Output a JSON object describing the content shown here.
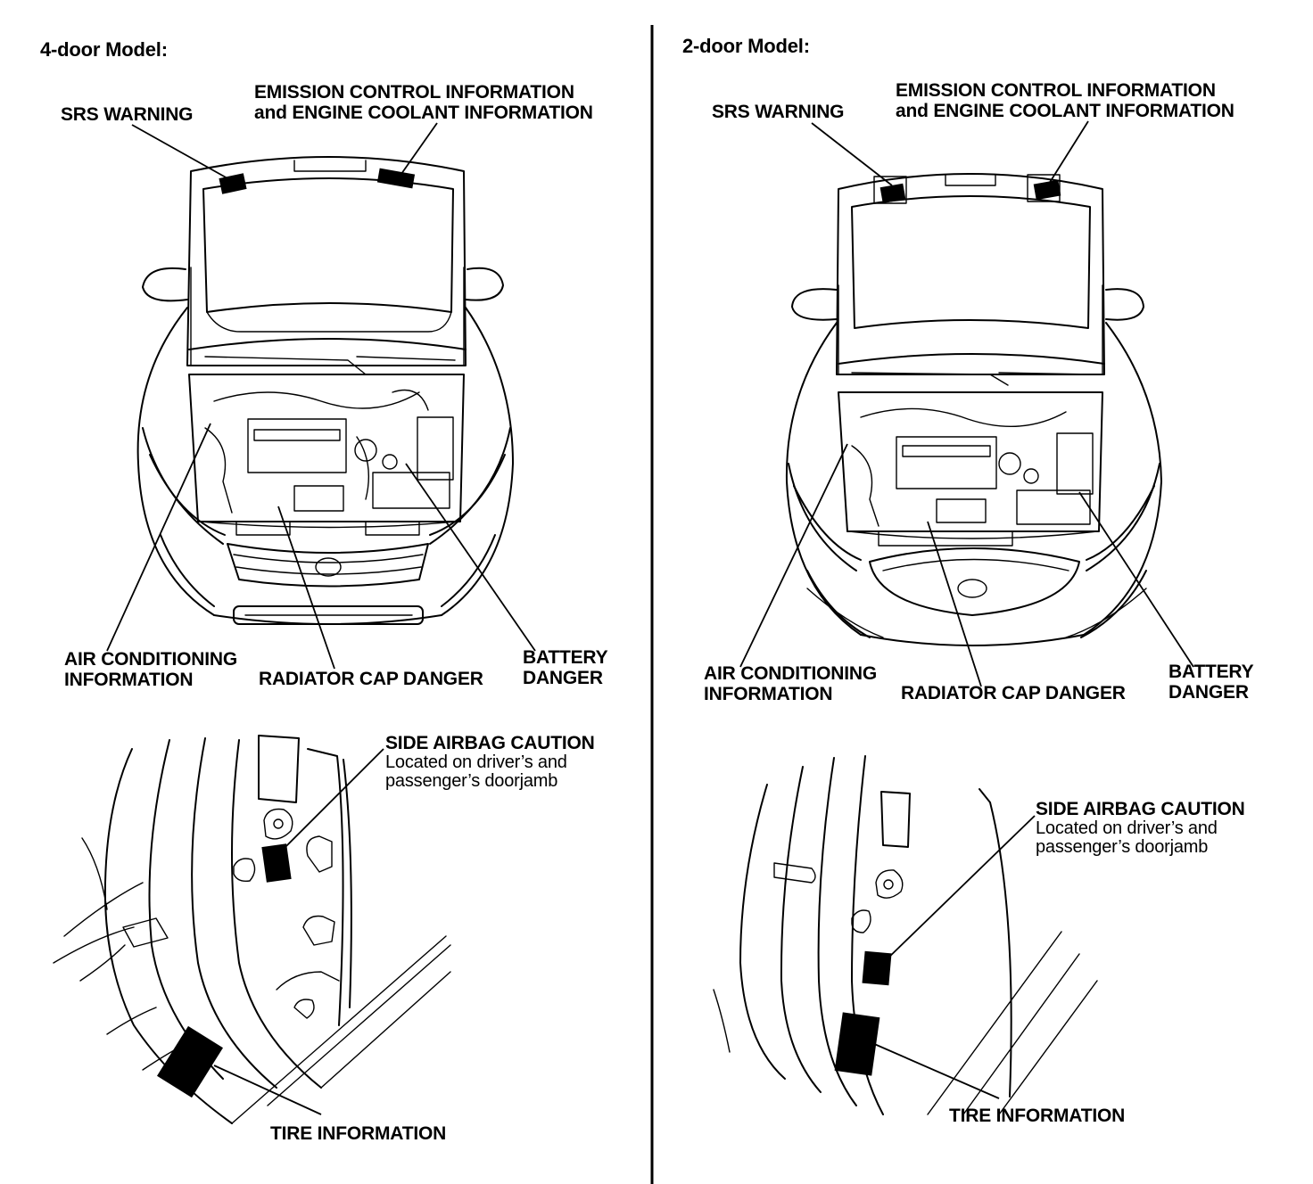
{
  "panels": [
    {
      "heading": "4-door Model:",
      "labels": {
        "srs_warning": "SRS WARNING",
        "emission_line1": "EMISSION CONTROL INFORMATION",
        "emission_line2": "and ENGINE COOLANT INFORMATION",
        "ac_line1": "AIR CONDITIONING",
        "ac_line2": "INFORMATION",
        "radiator": "RADIATOR CAP DANGER",
        "battery_line1": "BATTERY",
        "battery_line2": "DANGER",
        "side_airbag": "SIDE AIRBAG CAUTION",
        "side_airbag_note1": "Located on driver’s and",
        "side_airbag_note2": "passenger’s doorjamb",
        "tire": "TIRE INFORMATION"
      }
    },
    {
      "heading": "2-door Model:",
      "labels": {
        "srs_warning": "SRS WARNING",
        "emission_line1": "EMISSION CONTROL INFORMATION",
        "emission_line2": "and ENGINE COOLANT INFORMATION",
        "ac_line1": "AIR CONDITIONING",
        "ac_line2": "INFORMATION",
        "radiator": "RADIATOR CAP DANGER",
        "battery_line1": "BATTERY",
        "battery_line2": "DANGER",
        "side_airbag": "SIDE AIRBAG CAUTION",
        "side_airbag_note1": "Located on driver’s and",
        "side_airbag_note2": "passenger’s doorjamb",
        "tire": "TIRE INFORMATION"
      }
    }
  ]
}
